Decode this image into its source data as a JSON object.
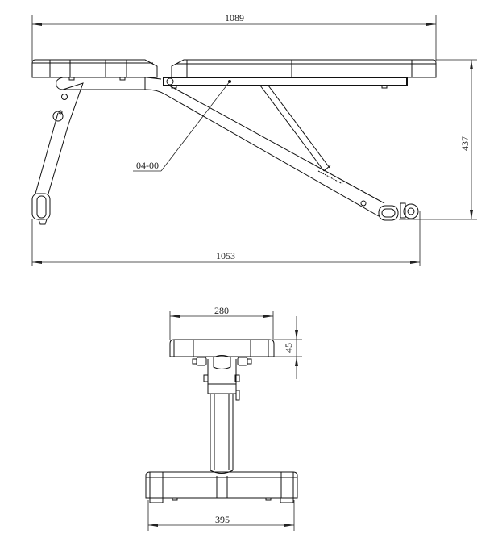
{
  "side_view": {
    "dimensions": {
      "overall_length": "1089",
      "height": "437",
      "base_length": "1053"
    },
    "part_label": "04-00"
  },
  "front_view": {
    "dimensions": {
      "seat_width": "280",
      "seat_thickness": "45",
      "base_width": "395"
    }
  }
}
